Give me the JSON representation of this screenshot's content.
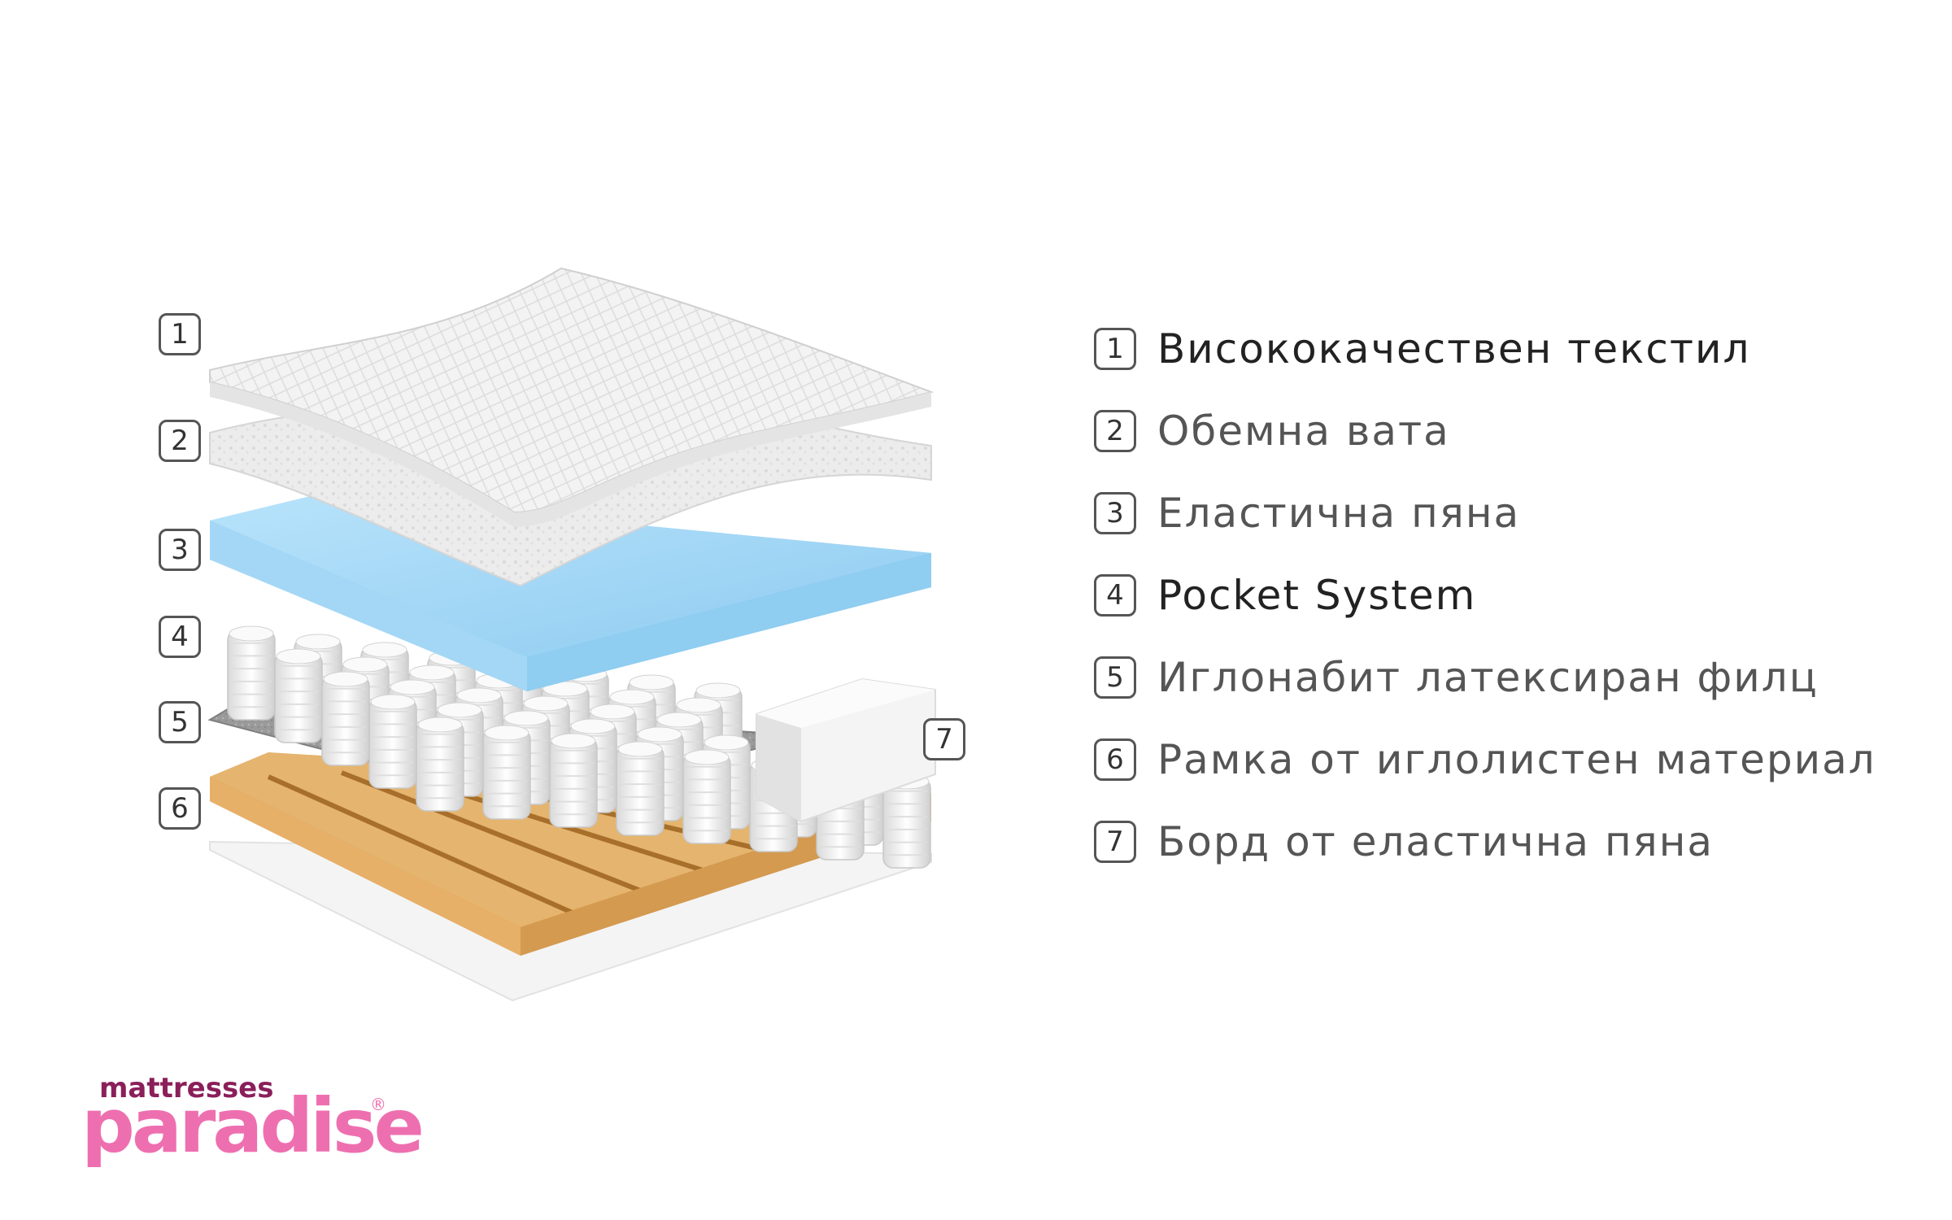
{
  "layers": [
    {
      "num": "1",
      "label": "Висококачествен текстил",
      "dark": true
    },
    {
      "num": "2",
      "label": "Обемна вата",
      "dark": false
    },
    {
      "num": "3",
      "label": "Еластична пяна",
      "dark": false
    },
    {
      "num": "4",
      "label": "Pocket System",
      "dark": true
    },
    {
      "num": "5",
      "label": "Иглонабит латексиран филц",
      "dark": false
    },
    {
      "num": "6",
      "label": "Рамка от иглолистен материал",
      "dark": false
    },
    {
      "num": "7",
      "label": "Борд от еластична пяна",
      "dark": false
    }
  ],
  "logo": {
    "top": "mattresses",
    "main": "paradise",
    "reg": "®"
  },
  "colors": {
    "foam": "#a9d8f5",
    "wood": "#e3b36a",
    "logo_pink": "#ee6fb0",
    "logo_dark": "#8a1f5a"
  }
}
